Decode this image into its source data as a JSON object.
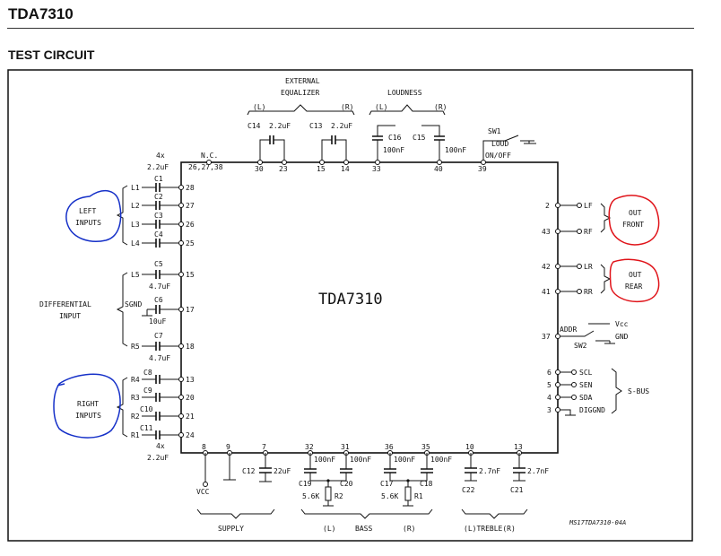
{
  "header": {
    "title": "TDA7310",
    "section": "TEST CIRCUIT"
  },
  "chip": {
    "name": "TDA7310",
    "note_id": "MS17TDA7310-04A"
  },
  "top": {
    "ext_eq_1": "EXTERNAL",
    "ext_eq_2": "EQUALIZER",
    "eq_l": "(L)",
    "eq_r": "(R)",
    "loud": "LOUDNESS",
    "loud_l": "(L)",
    "loud_r": "(R)",
    "c14": "C14",
    "c14v": "2.2uF",
    "c13": "C13",
    "c13v": "2.2uF",
    "c16": "C16",
    "c16v": "100nF",
    "c15": "C15",
    "c15v": "100nF",
    "sw1": "SW1",
    "loud_sw": "LOUD",
    "onoff": "ON/OFF",
    "nc": "N.C.",
    "nc_pins": "26,27,38",
    "p30": "30",
    "p23": "23",
    "p15": "15",
    "p14": "14",
    "p33": "33",
    "p40": "40",
    "p39": "39"
  },
  "left": {
    "n4x_top": "4x",
    "v_top": "2.2uF",
    "l1": "L1",
    "c1": "C1",
    "p28": "28",
    "l2": "L2",
    "c2": "C2",
    "p27": "27",
    "l3": "L3",
    "c3": "C3",
    "p26": "26",
    "l4": "L4",
    "c4": "C4",
    "p25": "25",
    "left_1": "LEFT",
    "left_2": "INPUTS",
    "l5": "L5",
    "c5": "C5",
    "c5v": "4.7uF",
    "p15": "15",
    "sgnd": "SGND",
    "c6": "C6",
    "c6v": "10uF",
    "p17": "17",
    "r5": "R5",
    "c7": "C7",
    "c7v": "4.7uF",
    "p18": "18",
    "diff_1": "DIFFERENTIAL",
    "diff_2": "INPUT",
    "r4": "R4",
    "c8": "C8",
    "p13": "13",
    "r3": "R3",
    "c9": "C9",
    "p20": "20",
    "r2": "R2",
    "c10": "C10",
    "p21": "21",
    "r1": "R1",
    "c11": "C11",
    "p24": "24",
    "right_1": "RIGHT",
    "right_2": "INPUTS",
    "n4x_bot": "4x",
    "v_bot": "2.2uF"
  },
  "right": {
    "p2": "2",
    "lf": "LF",
    "p43": "43",
    "rf": "RF",
    "front_1": "OUT",
    "front_2": "FRONT",
    "p42": "42",
    "lr": "LR",
    "p41": "41",
    "rr": "RR",
    "rear_1": "OUT",
    "rear_2": "REAR",
    "p37": "37",
    "addr": "ADDR",
    "vcc": "Vcc",
    "gnd": "GND",
    "sw2": "SW2",
    "p6": "6",
    "scl": "SCL",
    "p5": "5",
    "sen": "SEN",
    "p4": "4",
    "sda": "SDA",
    "p3": "3",
    "diggnd": "DIGGND",
    "sbus": "S-BUS"
  },
  "bottom": {
    "p8": "8",
    "p9": "9",
    "p7": "7",
    "p32": "32",
    "p31": "31",
    "p36": "36",
    "p35": "35",
    "p10": "10",
    "p13": "13",
    "vcc": "VCC",
    "c12": "C12",
    "c12v": "22uF",
    "c19": "C19",
    "c19v": "100nF",
    "c20": "C20",
    "c20v": "100nF",
    "r2": "R2",
    "r2v": "5.6K",
    "c17": "C17",
    "c17v": "100nF",
    "c18": "C18",
    "c18v": "100nF",
    "r1": "R1",
    "r1v": "5.6K",
    "c22": "C22",
    "c22v": "2.7nF",
    "c21": "C21",
    "c21v": "2.7nF",
    "supply": "SUPPLY",
    "bass_l": "(L)",
    "bass": "BASS",
    "bass_r": "(R)",
    "treble": "(L)TREBLE(R)"
  },
  "colors": {
    "ink": "#111111",
    "blue_annotation": "#1530c8",
    "red_annotation": "#e0141a"
  }
}
